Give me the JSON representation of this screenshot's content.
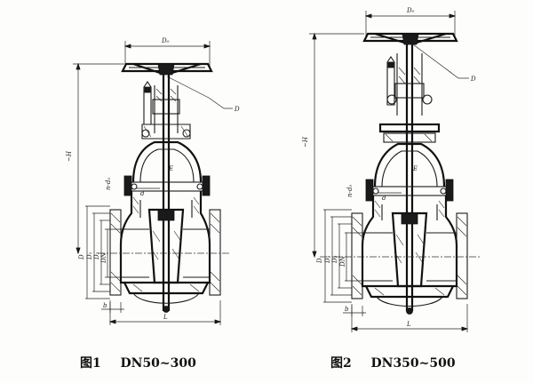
{
  "figures": [
    {
      "id": "fig1",
      "caption_label": "图1",
      "caption_range": "DN50~300",
      "labels": {
        "top_dim": "D₀",
        "height": "~H",
        "callout": "D",
        "d1": "D",
        "d2": "D₁",
        "d3": "D₂",
        "d4": "DN",
        "bolt": "n-d₀",
        "stem": "E",
        "d_small": "d",
        "b": "b",
        "length": "L"
      }
    },
    {
      "id": "fig2",
      "caption_label": "图2",
      "caption_range": "DN350~500",
      "labels": {
        "top_dim": "D₀",
        "height": "~H",
        "callout": "D",
        "d1": "D",
        "d2": "D₁",
        "d3": "D₂",
        "d4": "DN",
        "bolt": "n-d₀",
        "stem": "E",
        "d_small": "d",
        "b": "b",
        "length": "L"
      }
    }
  ]
}
